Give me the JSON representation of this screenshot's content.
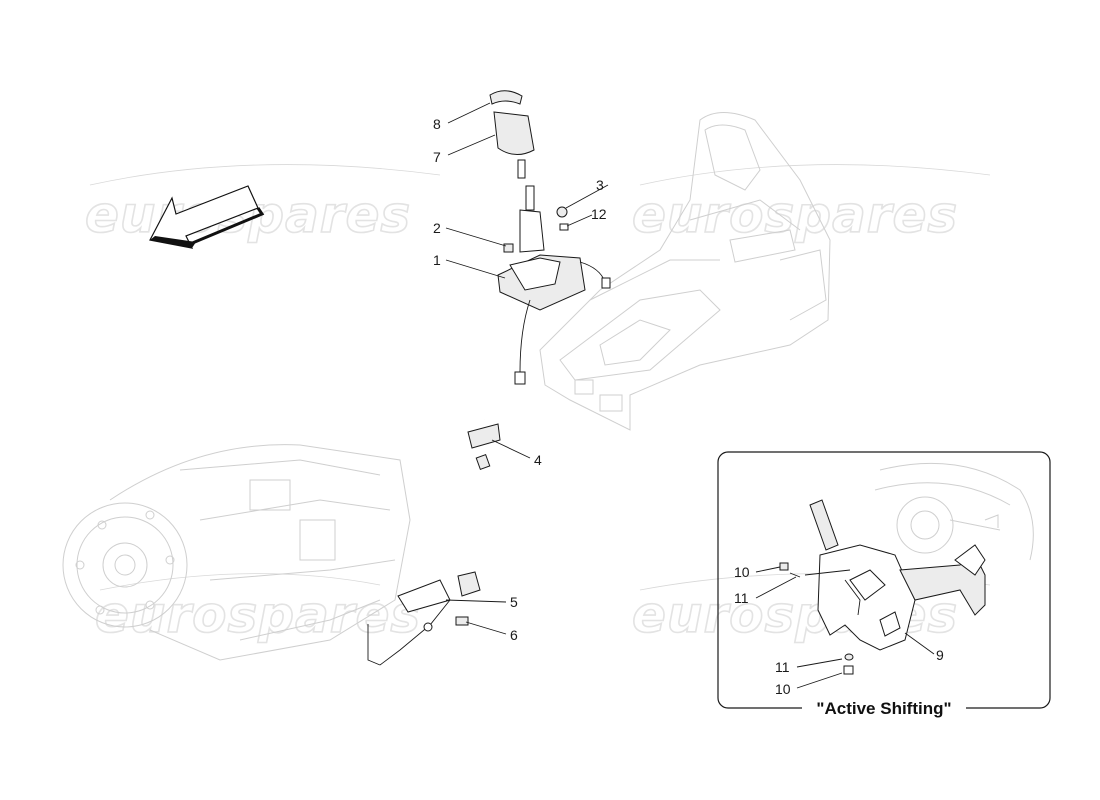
{
  "watermark": {
    "text": "eurospares"
  },
  "callouts": {
    "c1": "1",
    "c2": "2",
    "c3": "3",
    "c4": "4",
    "c5": "5",
    "c6": "6",
    "c7": "7",
    "c8": "8",
    "c12": "12",
    "c9": "9",
    "c10a": "10",
    "c11a": "11",
    "c11b": "11",
    "c10b": "10"
  },
  "inset": {
    "title": "\"Active Shifting\""
  },
  "icons": {
    "direction": "direction-arrow-icon"
  },
  "colors": {
    "line": "#1a1a1a",
    "ghost": "#cfcfcf",
    "watermark": "#e3e3e3"
  }
}
